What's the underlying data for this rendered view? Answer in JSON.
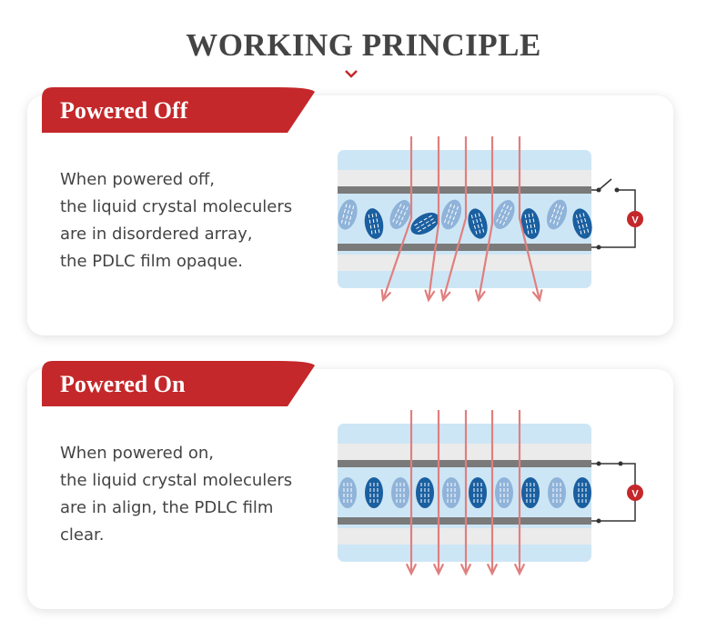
{
  "title": "WORKING PRINCIPLE",
  "colors": {
    "accent_red": "#c4282b",
    "glass_blue": "#cde6f5",
    "electrode_gray": "#7a7a7a",
    "crystal_dark": "#1a5fa0",
    "crystal_light": "#8fb3d9",
    "light_ray": "#e07f7f"
  },
  "panels": {
    "off": {
      "label": "Powered Off",
      "lines": [
        "When powered off,",
        "the liquid crystal moleculers",
        "are in disordered array,",
        "the PDLC film opaque."
      ],
      "switch_state": "open",
      "voltmeter_symbol": "V"
    },
    "on": {
      "label": "Powered On",
      "lines": [
        "When powered on,",
        "the liquid crystal moleculers",
        "are in align, the PDLC film",
        "clear."
      ],
      "switch_state": "closed",
      "voltmeter_symbol": "V"
    }
  }
}
